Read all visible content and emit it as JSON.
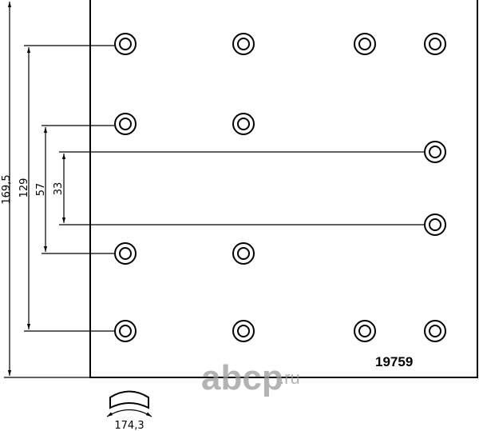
{
  "part_number": "19759",
  "dimensions": {
    "total_height": "169,5",
    "outer_holes": "129",
    "inner_holes": "57",
    "center_holes": "33",
    "arc_length": "174,3"
  },
  "watermark": {
    "brand": "abcp",
    "tld": ".ru"
  }
}
